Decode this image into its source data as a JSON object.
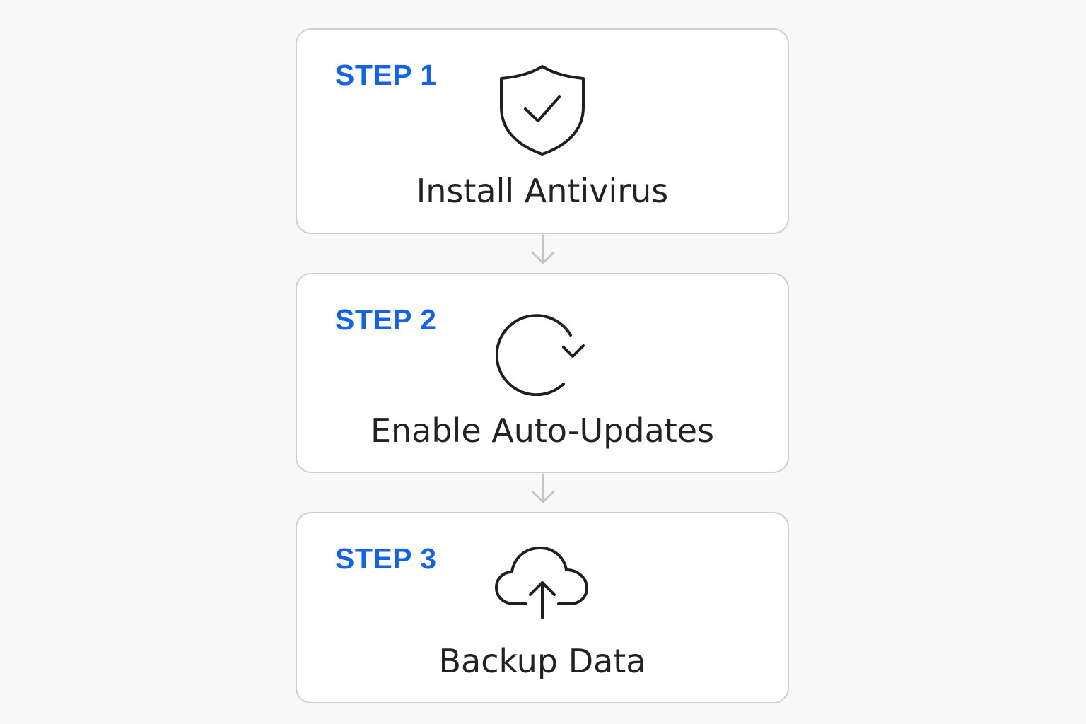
{
  "steps": [
    {
      "label": "STEP 1",
      "title": "Install Antivirus",
      "icon": "shield-check-icon"
    },
    {
      "label": "STEP 2",
      "title": "Enable Auto-Updates",
      "icon": "refresh-icon"
    },
    {
      "label": "STEP 3",
      "title": "Backup Data",
      "icon": "cloud-upload-icon"
    }
  ],
  "colors": {
    "step_label": "#1463e6",
    "title_text": "#222222",
    "card_border": "#cfcfcf",
    "connector": "#c6c6c6",
    "background": "#f8f8f8"
  }
}
